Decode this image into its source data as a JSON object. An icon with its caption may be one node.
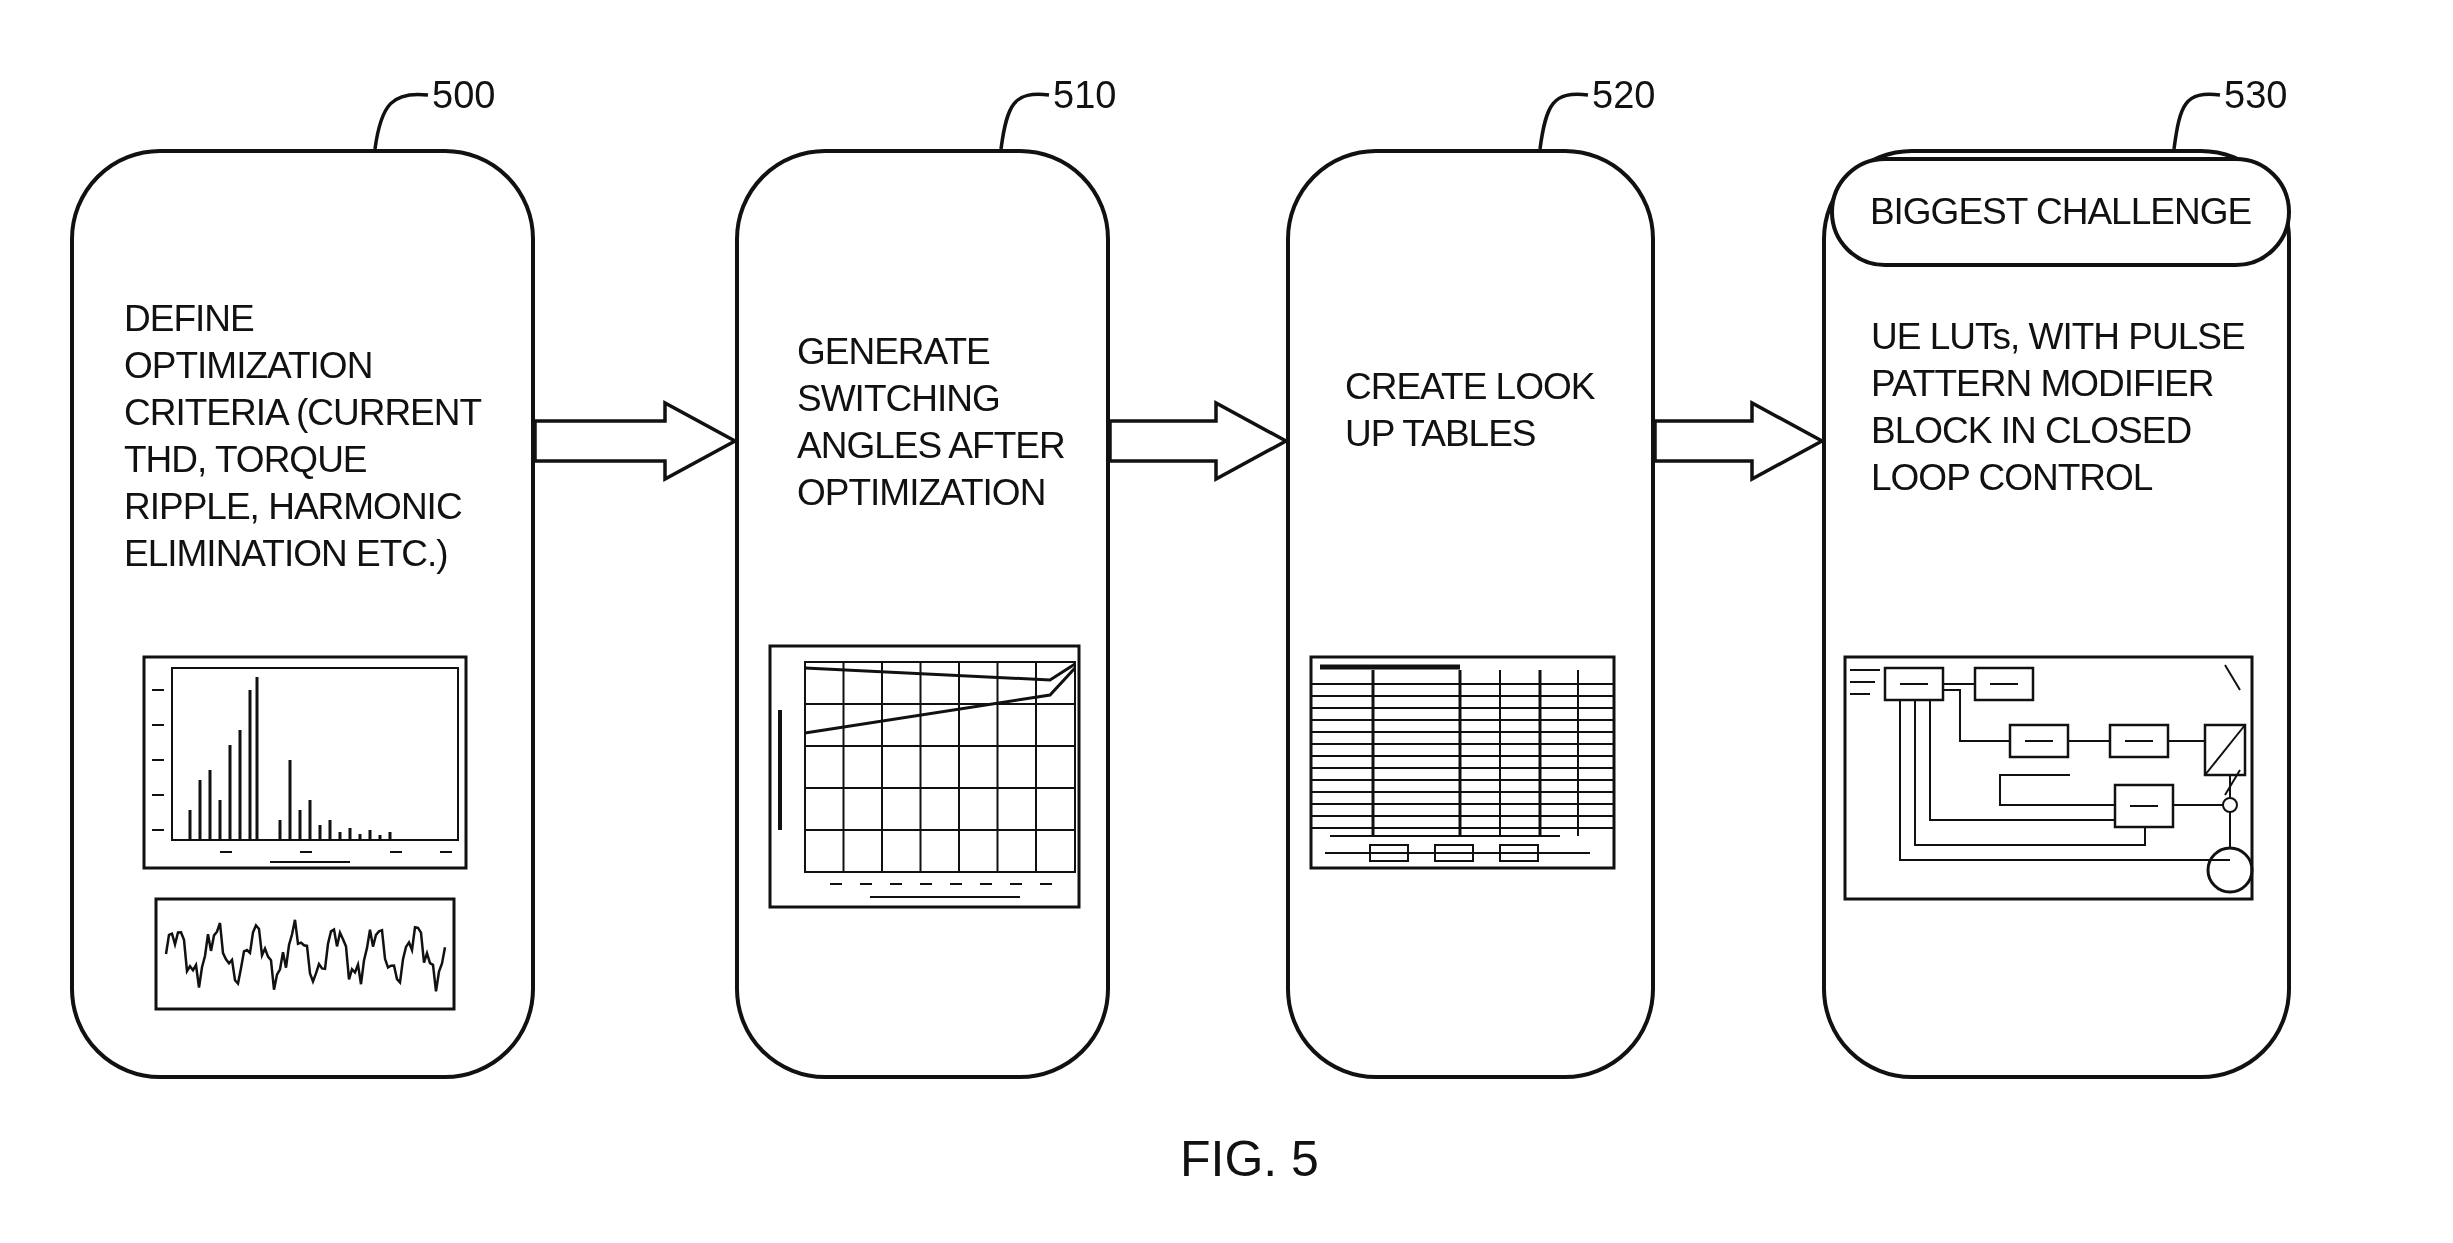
{
  "diagram": {
    "caption": "FIG. 5",
    "nodes": [
      {
        "text": [
          "DEFINE OPTIMIZATION CRITERIA (CURRENT THD, TORQUE RIPPLE, HARMONIC ELIMINATION ETC.)"
        ]
      },
      {
        "text": [
          "GENERATE SWITCHING ANGLES AFTER OPTIMIZATION"
        ]
      },
      {
        "text": [
          "CREATE LOOK UP TABLES"
        ]
      },
      {
        "text": [
          "UE LUTs, WITH PULSE PATTERN MODIFIER BLOCK IN CLOSED LOOP CONTROL"
        ]
      },
      {
        "text": [
          "BIGGEST CHALLENGE"
        ],
        "in": 3
      },
      {
        "text": [
          "500"
        ]
      },
      {
        "text": [
          "510"
        ]
      },
      {
        "text": [
          "520"
        ]
      },
      {
        "text": [
          "530"
        ]
      }
    ],
    "edges": [
      {
        "from": 0,
        "to": 1,
        "arrow": "to"
      },
      {
        "from": 1,
        "to": 2,
        "arrow": "to"
      },
      {
        "from": 2,
        "to": 3,
        "arrow": "to"
      },
      {
        "from": 5,
        "to": 0,
        "arrow": "none"
      },
      {
        "from": 6,
        "to": 1,
        "arrow": "none"
      },
      {
        "from": 7,
        "to": 2,
        "arrow": "none"
      },
      {
        "from": 8,
        "to": 3,
        "arrow": "none"
      }
    ]
  }
}
